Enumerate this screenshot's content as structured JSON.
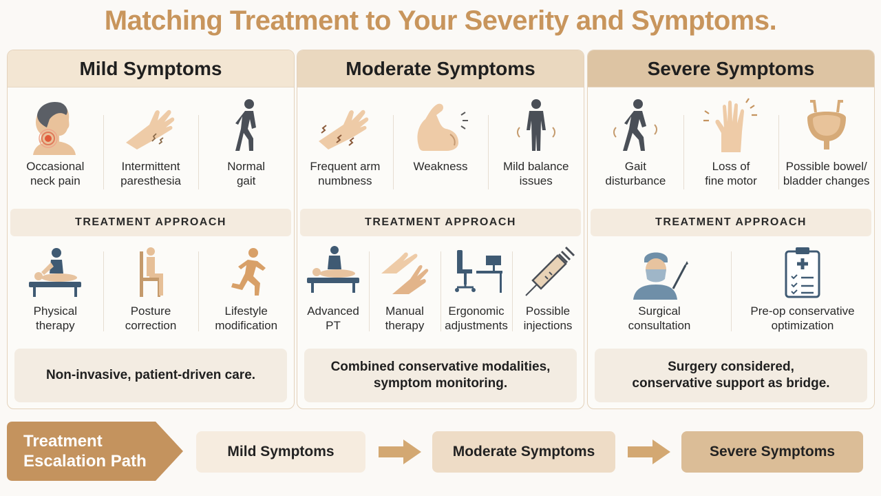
{
  "title": "Matching Treatment to Your Severity and Symptoms.",
  "columns": [
    {
      "header": "Mild Symptoms",
      "header_color": "#f3e6d3",
      "symptoms": [
        {
          "label": "Occasional\nneck pain",
          "icon": "neck-pain-icon"
        },
        {
          "label": "Intermittent\nparesthesia",
          "icon": "tingling-hand-icon"
        },
        {
          "label": "Normal\ngait",
          "icon": "walking-person-icon"
        }
      ],
      "treatment_heading": "TREATMENT APPROACH",
      "treatments": [
        {
          "label": "Physical\ntherapy",
          "icon": "physical-therapy-icon"
        },
        {
          "label": "Posture\ncorrection",
          "icon": "chair-posture-icon"
        },
        {
          "label": "Lifestyle\nmodification",
          "icon": "running-person-icon"
        }
      ],
      "summary": "Non-invasive, patient-driven care."
    },
    {
      "header": "Moderate Symptoms",
      "header_color": "#ead8bf",
      "symptoms": [
        {
          "label": "Frequent arm\nnumbness",
          "icon": "numb-arm-icon"
        },
        {
          "label": "Weakness",
          "icon": "flexed-arm-icon"
        },
        {
          "label": "Mild balance\nissues",
          "icon": "standing-person-icon"
        }
      ],
      "treatment_heading": "TREATMENT APPROACH",
      "treatments": [
        {
          "label": "Advanced\nPT",
          "icon": "advanced-pt-icon"
        },
        {
          "label": "Manual\ntherapy",
          "icon": "hands-icon"
        },
        {
          "label": "Ergonomic\nadjustments",
          "icon": "desk-chair-icon"
        },
        {
          "label": "Possible\ninjections",
          "icon": "syringe-icon"
        }
      ],
      "summary": "Combined conservative modalities,\nsymptom monitoring."
    },
    {
      "header": "Severe Symptoms",
      "header_color": "#ddc4a3",
      "symptoms": [
        {
          "label": "Gait\ndisturbance",
          "icon": "unsteady-walk-icon"
        },
        {
          "label": "Loss of\nfine motor",
          "icon": "trembling-hand-icon"
        },
        {
          "label": "Possible bowel/\nbladder changes",
          "icon": "bladder-icon"
        }
      ],
      "treatment_heading": "TREATMENT APPROACH",
      "treatments": [
        {
          "label": "Surgical\nconsultation",
          "icon": "surgeon-icon"
        },
        {
          "label": "Pre-op conservative\noptimization",
          "icon": "clipboard-icon"
        }
      ],
      "summary": "Surgery considered,\nconservative support as bridge."
    }
  ],
  "escalation": {
    "label": "Treatment\nEscalation Path",
    "label_color": "#c4935e",
    "stages": [
      {
        "label": "Mild Symptoms",
        "color": "#f6ecdf"
      },
      {
        "label": "Moderate Symptoms",
        "color": "#eedcc6"
      },
      {
        "label": "Severe Symptoms",
        "color": "#dbbd97"
      }
    ],
    "arrow_color": "#d3a872"
  }
}
